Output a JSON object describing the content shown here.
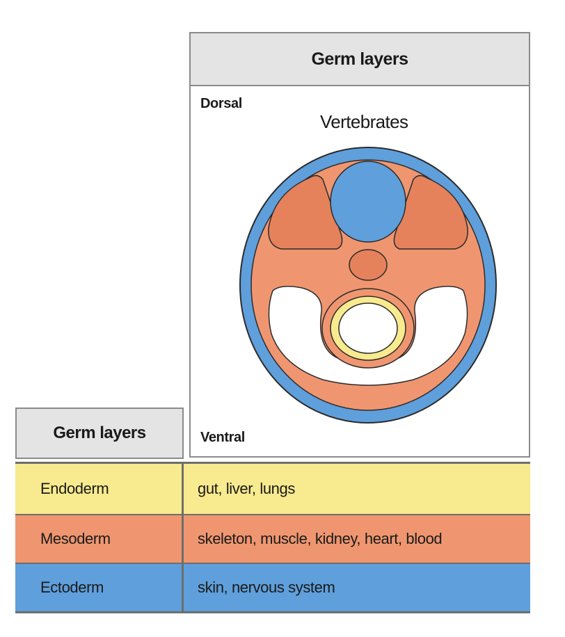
{
  "panel": {
    "title": "Germ layers",
    "dorsal_label": "Dorsal",
    "ventral_label": "Ventral",
    "organism_label": "Vertebrates"
  },
  "legend": {
    "header": "Germ layers",
    "rows": [
      {
        "layer": "Endoderm",
        "derivatives": "gut, liver, lungs",
        "color": "#f8ea8e"
      },
      {
        "layer": "Mesoderm",
        "derivatives": "skeleton, muscle, kidney, heart, blood",
        "color": "#ef9670"
      },
      {
        "layer": "Ectoderm",
        "derivatives": "skin, nervous system",
        "color": "#5f9fdb"
      }
    ]
  },
  "colors": {
    "endoderm": "#f8ea8e",
    "mesoderm": "#ef9670",
    "ectoderm": "#5f9fdb",
    "header_bg": "#e4e4e4"
  }
}
